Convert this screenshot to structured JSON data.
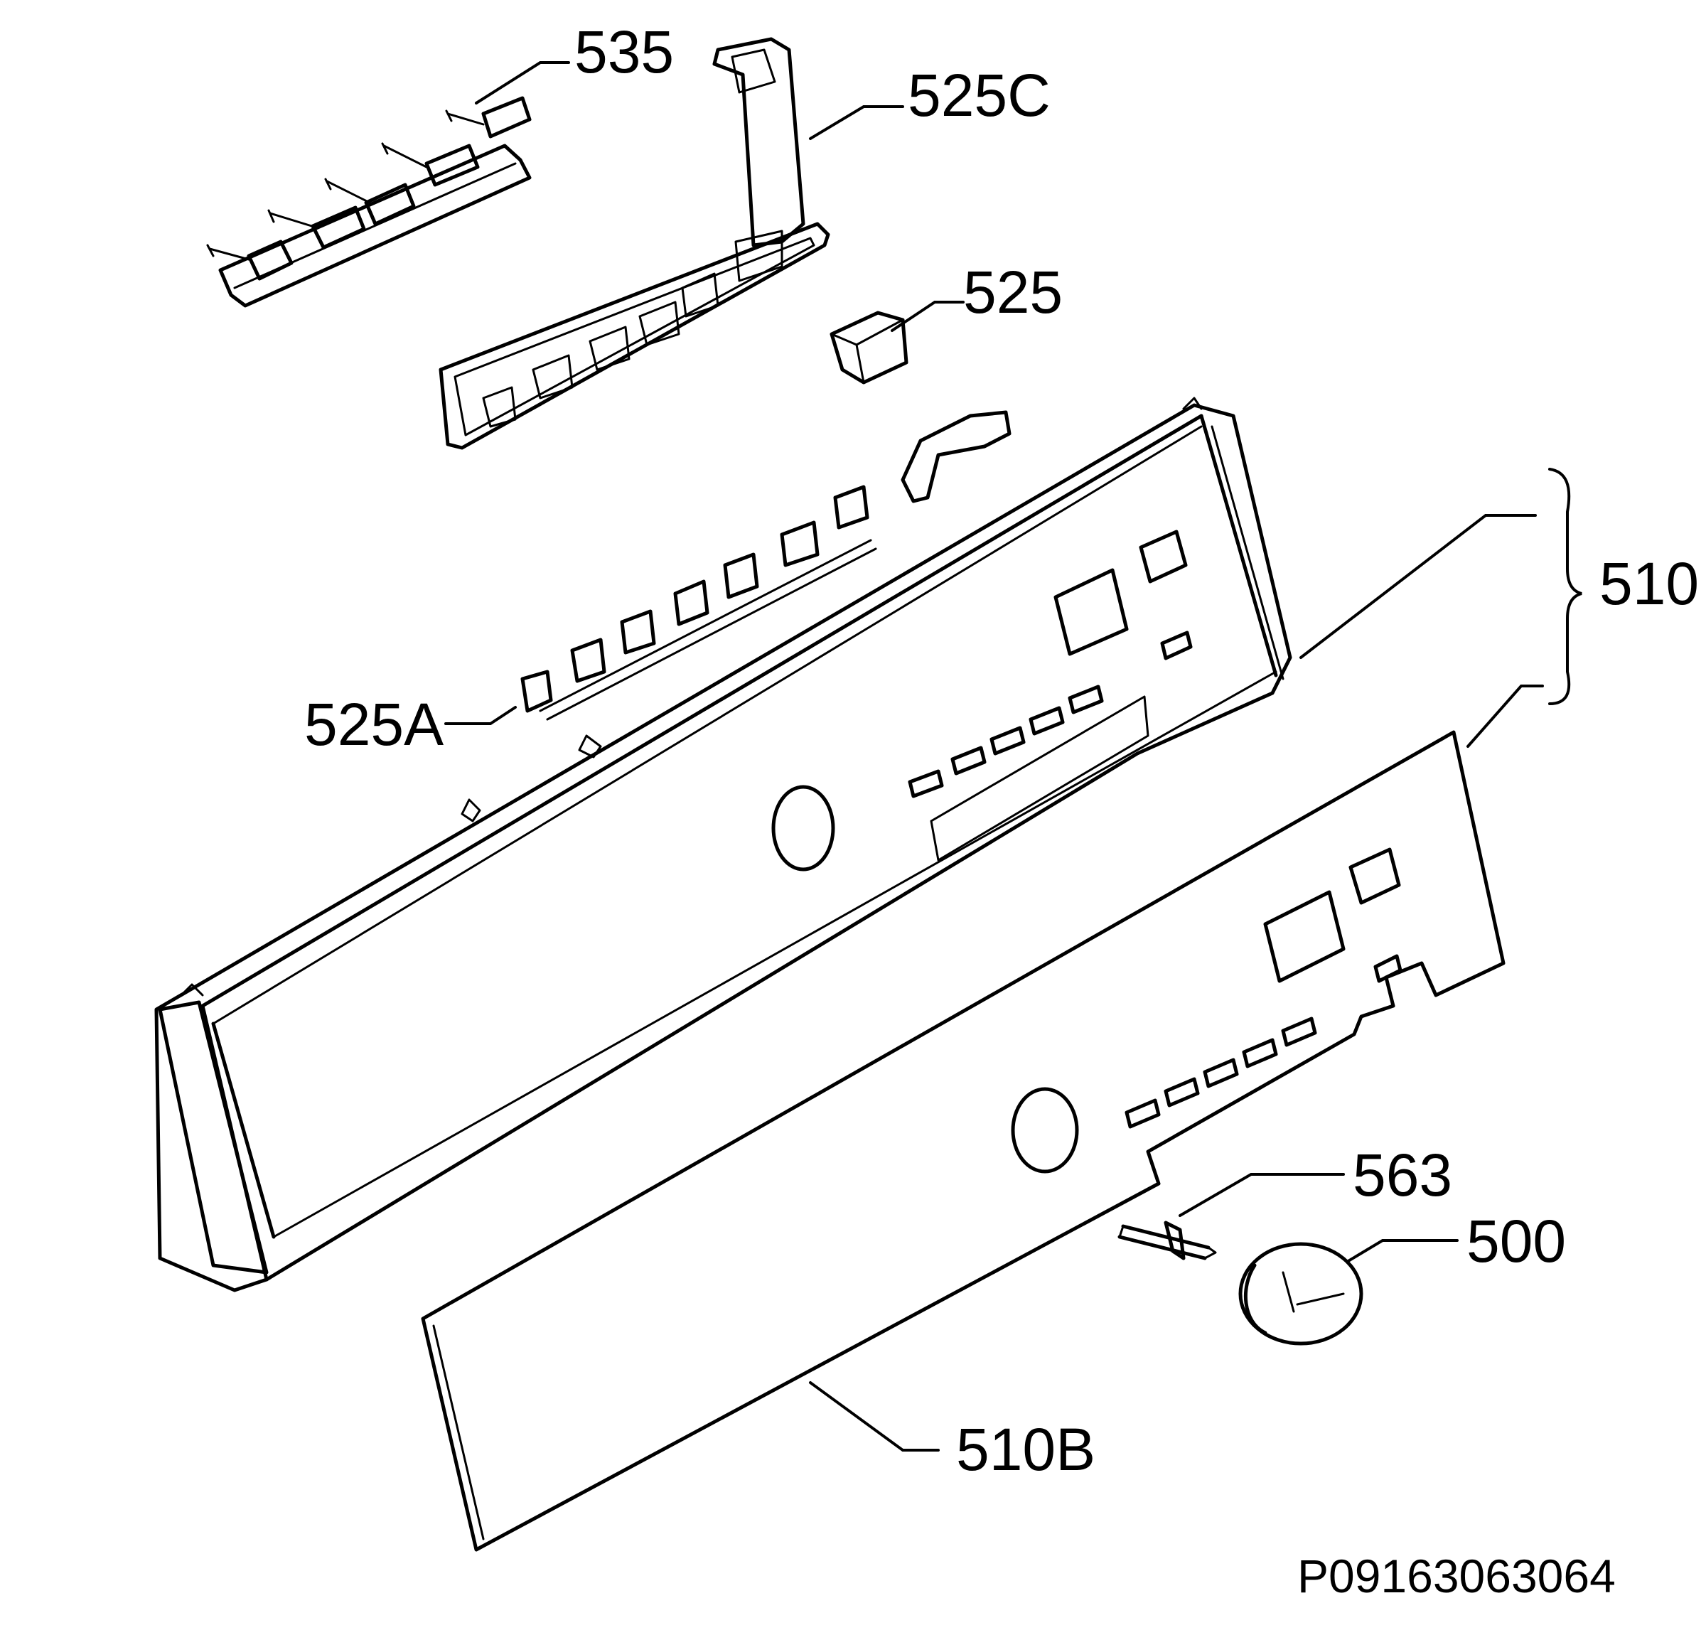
{
  "callouts": {
    "c535": "535",
    "c525c": "525C",
    "c525": "525",
    "c510": "510",
    "c525a": "525A",
    "c563": "563",
    "c500": "500",
    "c510b": "510B"
  },
  "reference_code": "P09163063064"
}
